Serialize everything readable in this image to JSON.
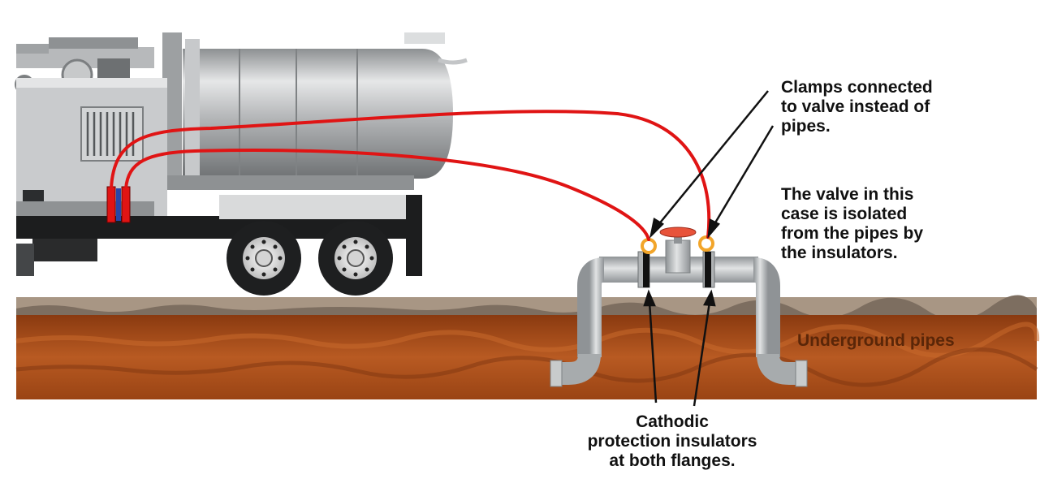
{
  "labels": {
    "clamps": [
      "Clamps connected",
      "to valve instead of",
      "pipes."
    ],
    "valve": [
      "The valve in this",
      "case is isolated",
      "from the pipes by",
      "the insulators."
    ],
    "underground": "Underground pipes",
    "insulators": [
      "Cathodic",
      "protection insulators",
      "at both flanges."
    ]
  },
  "colors": {
    "wire": "#e01414",
    "soil_top": "#a58f7a",
    "soil": "#b4521b",
    "soil_dark": "#7a3410",
    "pipe": "#b8bcbf",
    "tank": "#a9acae",
    "cab": "#c9cbcd",
    "tire": "#222222",
    "valve_handle": "#e8533a",
    "clamp": "#f2a52a",
    "insulator": "#111111",
    "text_brown": "#5a2608"
  },
  "icons": [
    "vacuum-truck-illustration",
    "valve-icon",
    "clamp-icon",
    "insulator-icon"
  ]
}
